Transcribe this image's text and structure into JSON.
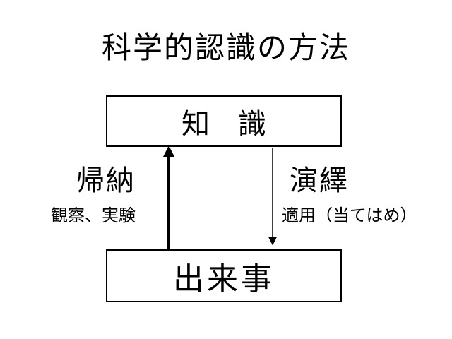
{
  "title": "科学的認識の方法",
  "top_box": {
    "label": "知識"
  },
  "bottom_box": {
    "label": "出来事"
  },
  "left": {
    "label": "帰納",
    "sub": "観察、実験"
  },
  "right": {
    "label": "演繹",
    "sub": "適用（当てはめ）"
  },
  "colors": {
    "line": "#000000",
    "background": "#ffffff"
  }
}
